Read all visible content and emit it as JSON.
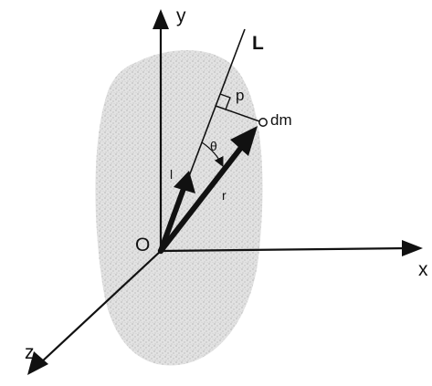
{
  "labels": {
    "y_axis": "y",
    "x_axis": "x",
    "z_axis": "z",
    "origin": "O",
    "line": "L",
    "perpendicular": "p",
    "mass_element": "dm",
    "angle": "θ",
    "position_vector": "r",
    "unit_vector": "l"
  },
  "colors": {
    "ink": "#111111",
    "body_fill": "#d9d9d9"
  }
}
